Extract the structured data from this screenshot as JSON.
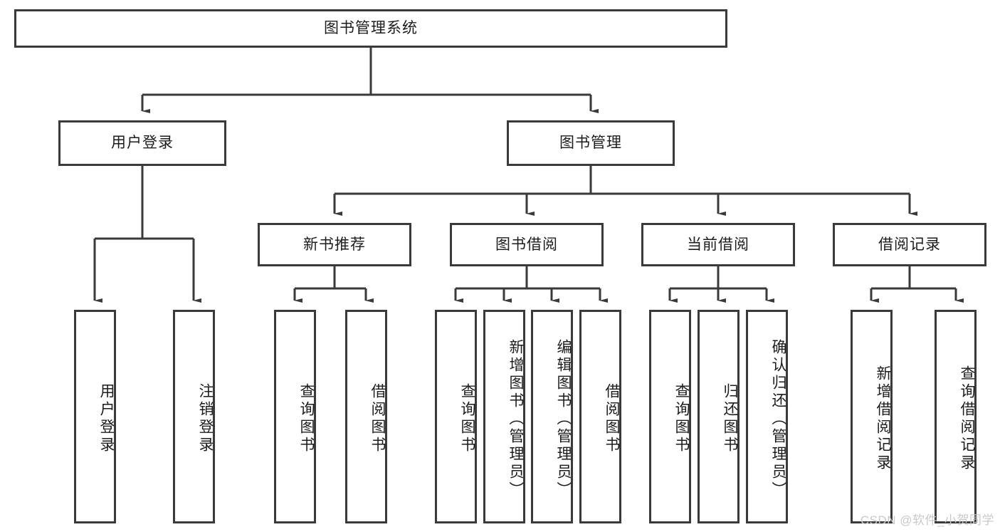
{
  "diagram": {
    "title": "图书管理系统",
    "type": "tree-hierarchy-chart",
    "root": {
      "label": "图书管理系统"
    },
    "level2": [
      {
        "label": "用户登录"
      },
      {
        "label": "图书管理"
      }
    ],
    "level3": [
      {
        "label": "新书推荐"
      },
      {
        "label": "图书借阅"
      },
      {
        "label": "当前借阅"
      },
      {
        "label": "借阅记录"
      }
    ],
    "leaves": {
      "user_login": [
        {
          "label": "用户登录"
        },
        {
          "label": "注销登录"
        }
      ],
      "new_book_recommend": [
        {
          "label": "查询图书"
        },
        {
          "label": "借阅图书"
        }
      ],
      "book_borrow": [
        {
          "label": "查询图书"
        },
        {
          "label": "新增图书（管理员）"
        },
        {
          "label": "编辑图书（管理员）"
        },
        {
          "label": "借阅图书"
        }
      ],
      "current_borrow": [
        {
          "label": "查询图书"
        },
        {
          "label": "归还图书"
        },
        {
          "label": "确认归还（管理员）"
        }
      ],
      "borrow_record": [
        {
          "label": "新增借阅记录"
        },
        {
          "label": "查询借阅记录"
        }
      ]
    }
  },
  "watermark": {
    "text": "CSDN @软件_小贺同学"
  },
  "colors": {
    "box_border": "#3a3a3a",
    "box_fill": "#ffffff",
    "text": "#1c1c1c",
    "connector": "#3a3a3a",
    "watermark": "#c9c9c9",
    "background": "#ffffff"
  }
}
